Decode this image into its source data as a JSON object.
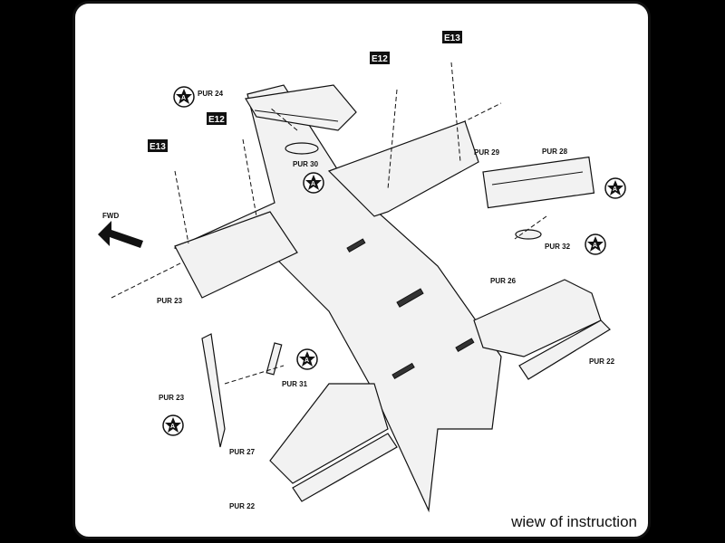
{
  "caption": "wiew of instruction",
  "direction_label": "FWD",
  "part_tags": [
    {
      "id": "e13-left",
      "text": "E13"
    },
    {
      "id": "e12-left",
      "text": "E12"
    },
    {
      "id": "e12-right",
      "text": "E12"
    },
    {
      "id": "e13-right",
      "text": "E13"
    }
  ],
  "part_labels": [
    {
      "id": "pur24",
      "text": "PUR 24"
    },
    {
      "id": "pur30",
      "text": "PUR 30"
    },
    {
      "id": "pur29",
      "text": "PUR 29"
    },
    {
      "id": "pur28",
      "text": "PUR 28"
    },
    {
      "id": "pur32",
      "text": "PUR 32"
    },
    {
      "id": "pur23-top",
      "text": "PUR 23"
    },
    {
      "id": "pur26",
      "text": "PUR 26"
    },
    {
      "id": "pur22-right",
      "text": "PUR 22"
    },
    {
      "id": "pur23-left",
      "text": "PUR 23"
    },
    {
      "id": "pur31",
      "text": "PUR 31"
    },
    {
      "id": "pur27",
      "text": "PUR 27"
    },
    {
      "id": "pur22-bottom",
      "text": "PUR 22"
    }
  ],
  "marker_letter": "A"
}
